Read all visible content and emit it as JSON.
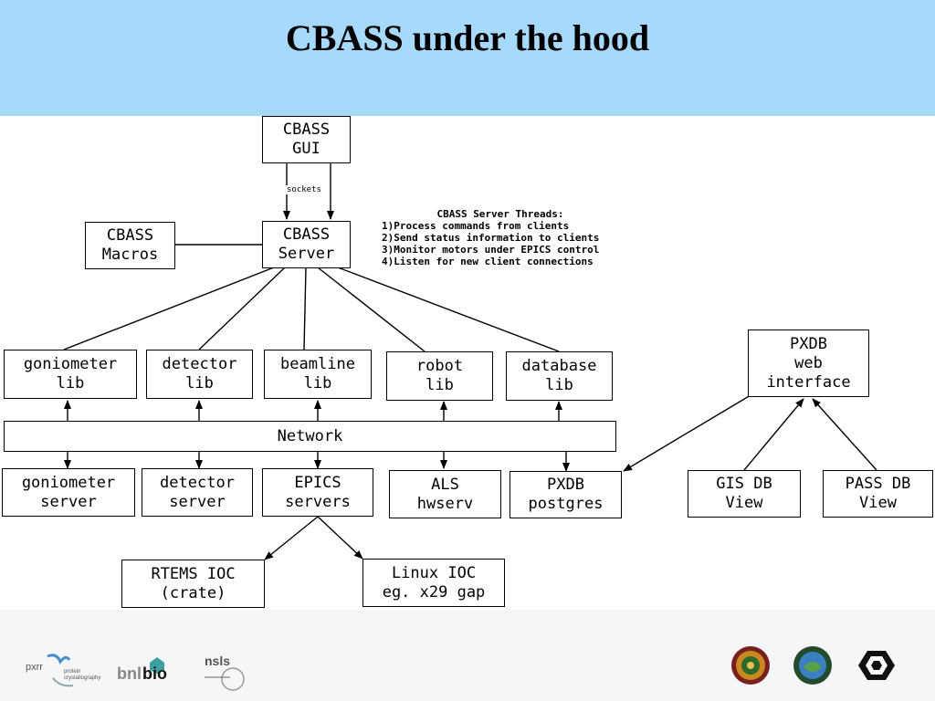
{
  "slide": {
    "title": "CBASS under the hood"
  },
  "diagram": {
    "sockets_label": "sockets",
    "boxes": {
      "gui": "CBASS\nGUI",
      "macros": "CBASS\nMacros",
      "server": "CBASS\nServer",
      "goniometer_lib": "goniometer\nlib",
      "detector_lib": "detector\nlib",
      "beamline_lib": "beamline\nlib",
      "robot_lib": "robot\nlib",
      "database_lib": "database\nlib",
      "network": "Network",
      "goniometer_server": "goniometer\nserver",
      "detector_server": "detector\nserver",
      "epics_servers": "EPICS\nservers",
      "als_hwserv": "ALS\nhwserv",
      "pxdb_postgres": "PXDB\npostgres",
      "rtems_ioc": "RTEMS IOC\n(crate)",
      "linux_ioc": "Linux IOC\neg. x29 gap",
      "pxdb_web": "PXDB\nweb\ninterface",
      "gis_db": "GIS DB\nView",
      "pass_db": "PASS DB\nView"
    },
    "threads": {
      "title": "CBASS Server Threads:",
      "items": [
        "1)Process commands from clients",
        "2)Send status information to clients",
        "3)Monitor motors under EPICS control",
        "4)Listen for new client connections"
      ]
    }
  },
  "footer": {
    "logos": [
      "pxrr-logo",
      "bnlbio-logo",
      "nsls-logo",
      "doe-seal",
      "ber-seal",
      "bnl-emblem"
    ],
    "pxrr": {
      "main": "pxrr",
      "sub1": "protein",
      "sub2": "crystallography"
    },
    "bnlbio": {
      "bnl": "bnl",
      "bio": "bio"
    },
    "nsls": {
      "text": "nsls"
    }
  }
}
